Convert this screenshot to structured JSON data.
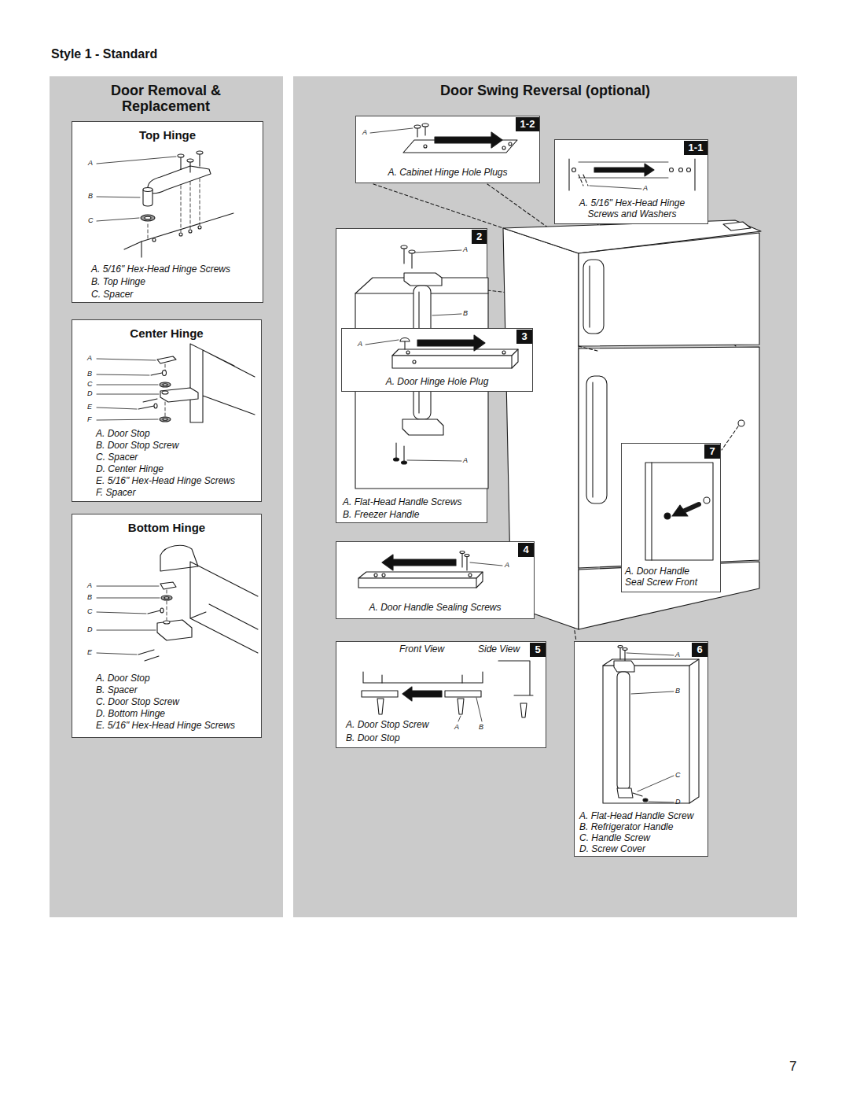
{
  "diagram": {
    "title": "Style 1 - Standard",
    "nodes": [
      {
        "text": [
          "Door Removal & Replacement"
        ]
      },
      {
        "text": [
          "Top Hinge",
          "A. 5/16\" Hex-Head Hinge Screws",
          "B. Top Hinge",
          "C. Spacer"
        ],
        "in": 0
      },
      {
        "text": [
          "Center Hinge",
          "A. Door Stop",
          "B. Door Stop Screw",
          "C. Spacer",
          "D. Center Hinge",
          "E. 5/16\" Hex-Head Hinge Screws",
          "F. Spacer"
        ],
        "in": 0
      },
      {
        "text": [
          "Bottom Hinge",
          "A. Door Stop",
          "B. Spacer",
          "C. Door Stop Screw",
          "D. Bottom Hinge",
          "E. 5/16\" Hex-Head Hinge Screws"
        ],
        "in": 0
      },
      {
        "text": [
          "Door Swing Reversal (optional)"
        ]
      },
      {
        "text": [
          "1-2",
          "A. Cabinet Hinge Hole Plugs"
        ],
        "in": 4
      },
      {
        "text": [
          "1-1",
          "A. 5/16\" Hex-Head Hinge Screws and Washers"
        ],
        "in": 4
      },
      {
        "text": [
          "2",
          "A. Flat-Head Handle Screws",
          "B. Freezer Handle"
        ],
        "in": 4
      },
      {
        "text": [
          "3",
          "A. Door Hinge Hole Plug"
        ],
        "in": 4
      },
      {
        "text": [
          "4",
          "A. Door Handle Sealing Screws"
        ],
        "in": 4
      },
      {
        "text": [
          "5",
          "Front View",
          "Side View",
          "A. Door Stop Screw",
          "B. Door Stop"
        ],
        "in": 4
      },
      {
        "text": [
          "6",
          "A. Flat-Head Handle Screw",
          "B. Refrigerator Handle",
          "C. Handle Screw",
          "D. Screw Cover"
        ],
        "in": 4
      },
      {
        "text": [
          "7",
          "A. Door Handle Seal Screw Front"
        ],
        "in": 4
      }
    ],
    "labels": [
      "A",
      "B",
      "C",
      "A",
      "B",
      "C",
      "D",
      "E",
      "F",
      "A",
      "B",
      "C",
      "D",
      "E",
      "A",
      "A",
      "A",
      "B",
      "A",
      "A",
      "A",
      "A",
      "B",
      "A",
      "B",
      "C",
      "D",
      "7"
    ]
  }
}
